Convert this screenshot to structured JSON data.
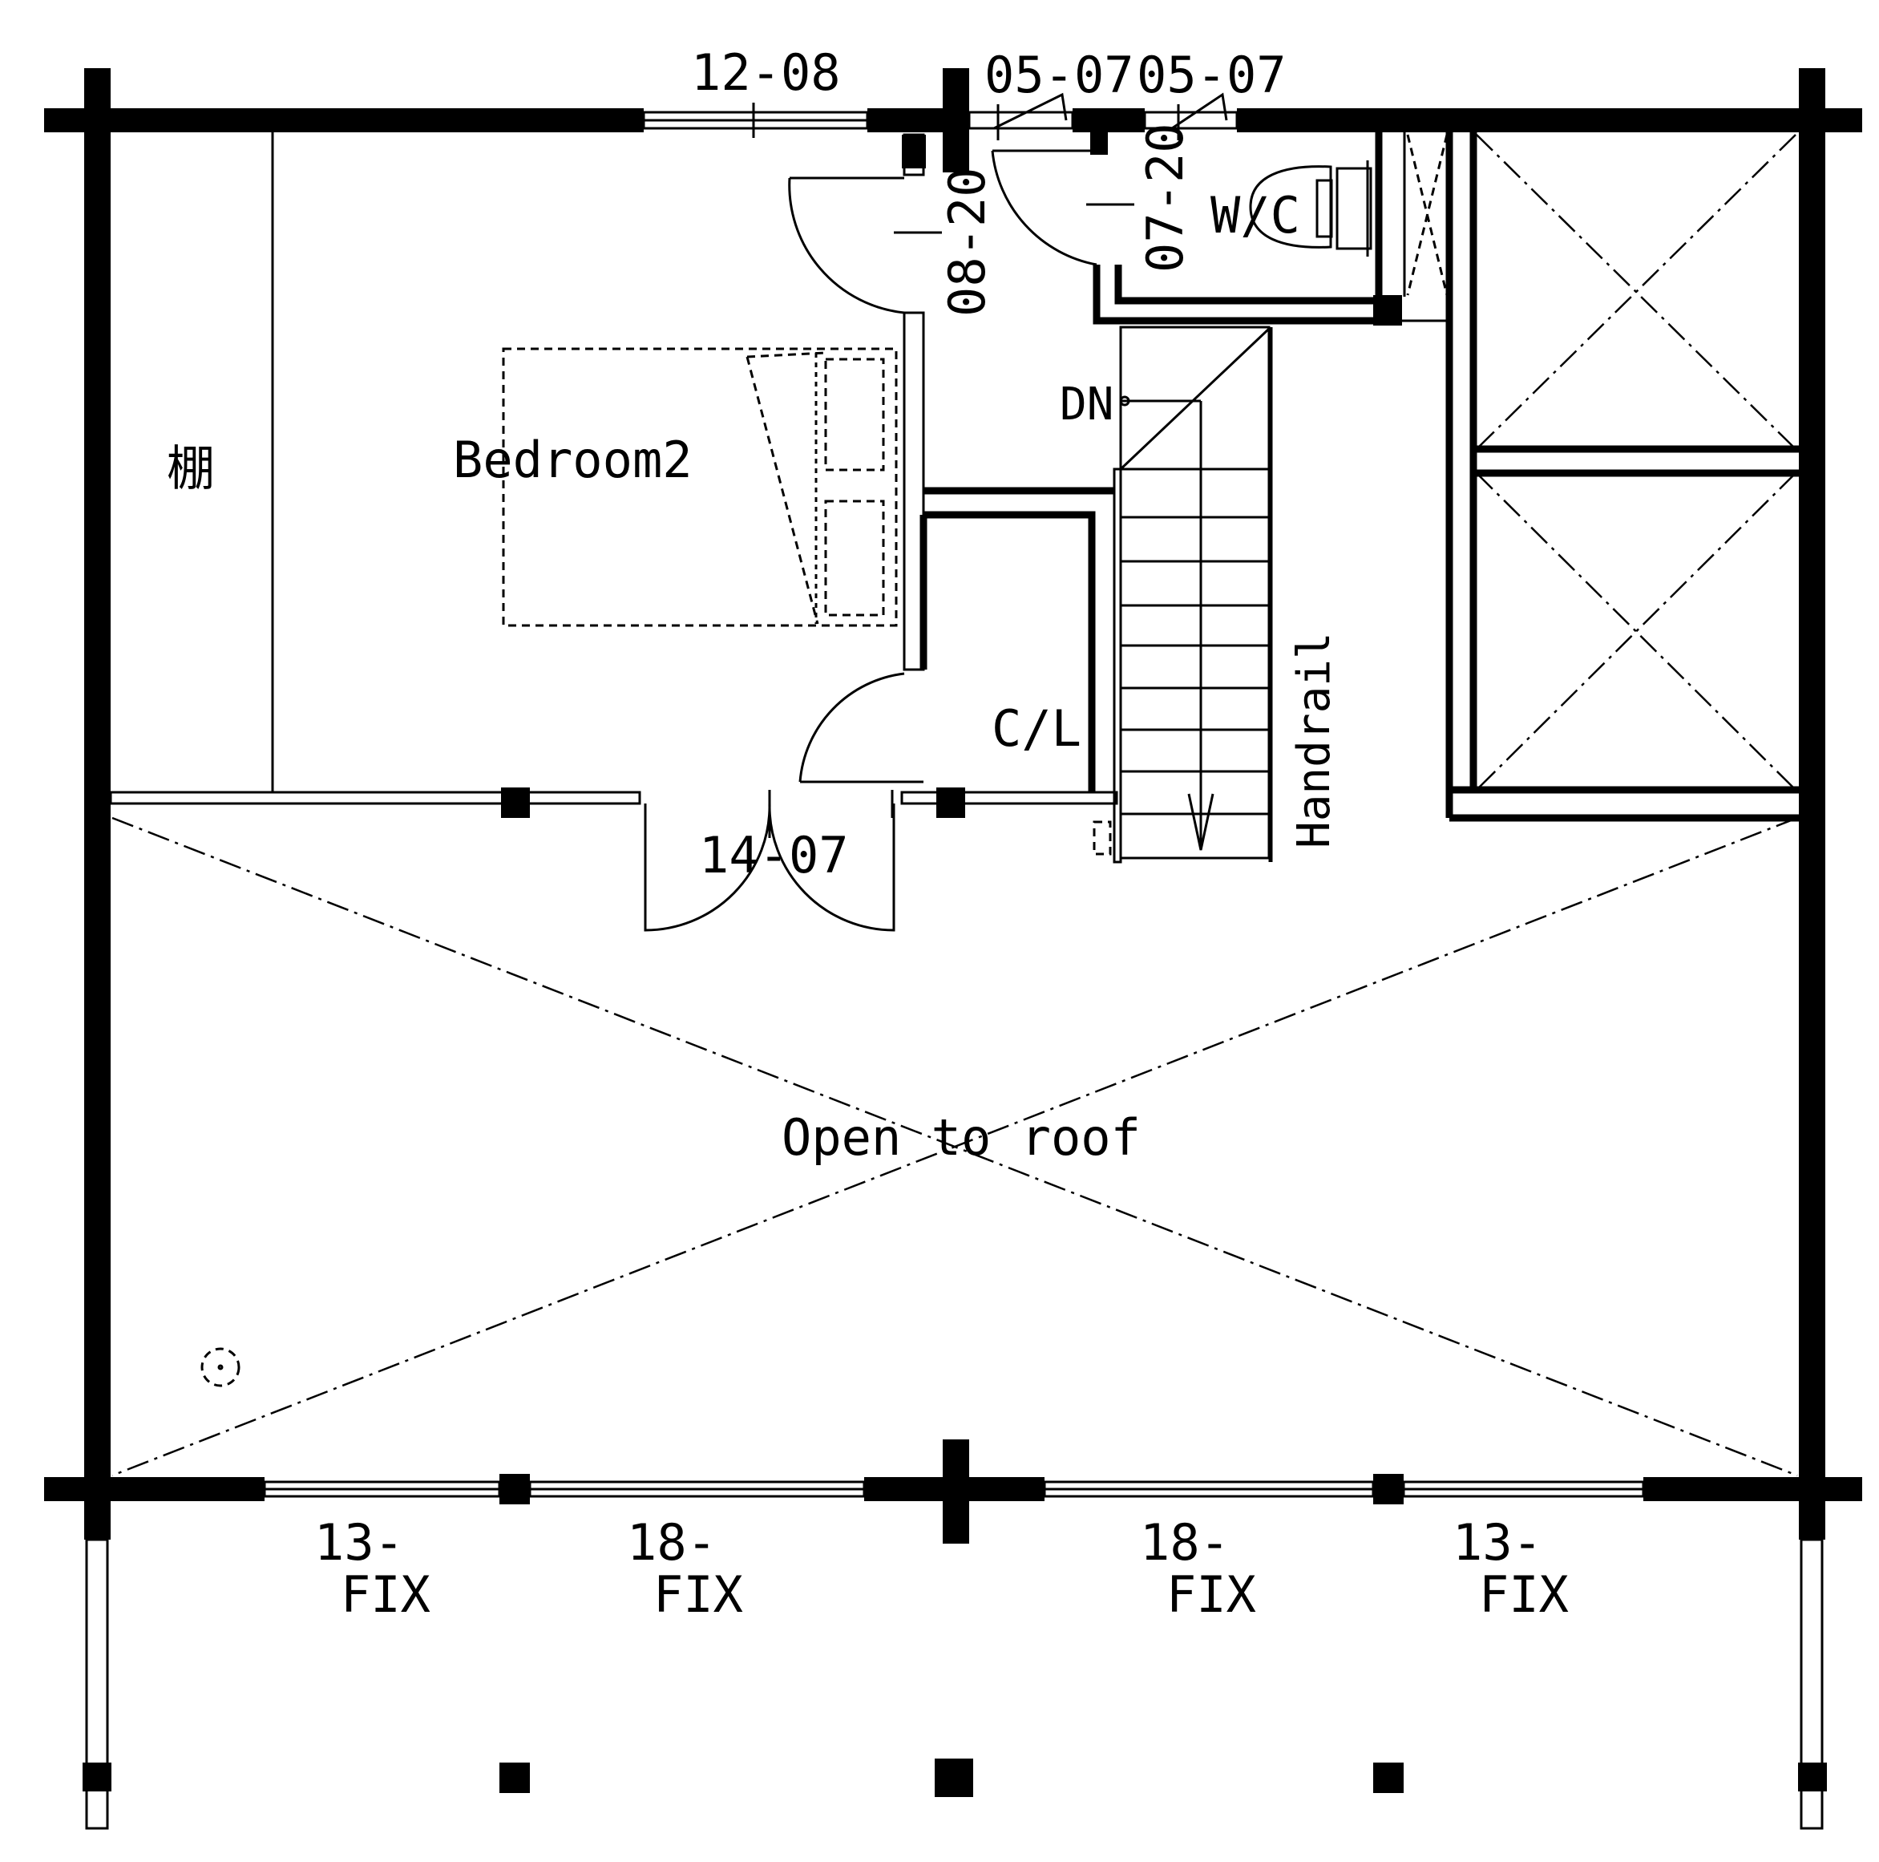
{
  "rooms": {
    "bedroom": "Bedroom2",
    "shelf": "棚",
    "closet": "C/L",
    "toilet": "W/C",
    "void": "Open to roof"
  },
  "stair": {
    "down": "DN",
    "handrail": "Handrail"
  },
  "windows": {
    "top_bedroom": "12-08",
    "top_a": "05-07",
    "top_b": "05-07",
    "bottom_1": {
      "size": "13-",
      "type": "FIX"
    },
    "bottom_2": {
      "size": "18-",
      "type": "FIX"
    },
    "bottom_3": {
      "size": "18-",
      "type": "FIX"
    },
    "bottom_4": {
      "size": "13-",
      "type": "FIX"
    }
  },
  "doors": {
    "bedroom": "08-20",
    "toilet": "07-20",
    "double": "14-07"
  }
}
